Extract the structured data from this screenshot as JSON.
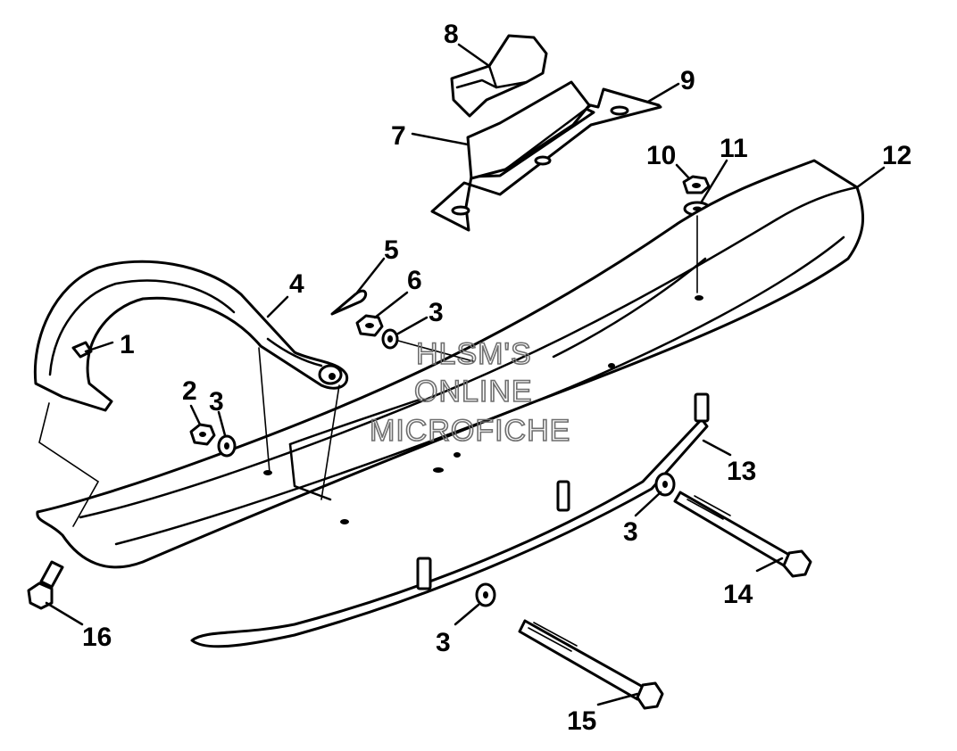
{
  "callouts": [
    "1",
    "2",
    "3",
    "4",
    "5",
    "6",
    "3",
    "7",
    "8",
    "9",
    "10",
    "11",
    "12",
    "13",
    "3",
    "14",
    "16",
    "3",
    "15"
  ],
  "watermark": [
    "HLSM'S",
    "ONLINE",
    "MICROFICHE"
  ],
  "colors": {
    "ink": "#000000",
    "paper": "#ffffff",
    "watermark": "#6e6e6e"
  }
}
